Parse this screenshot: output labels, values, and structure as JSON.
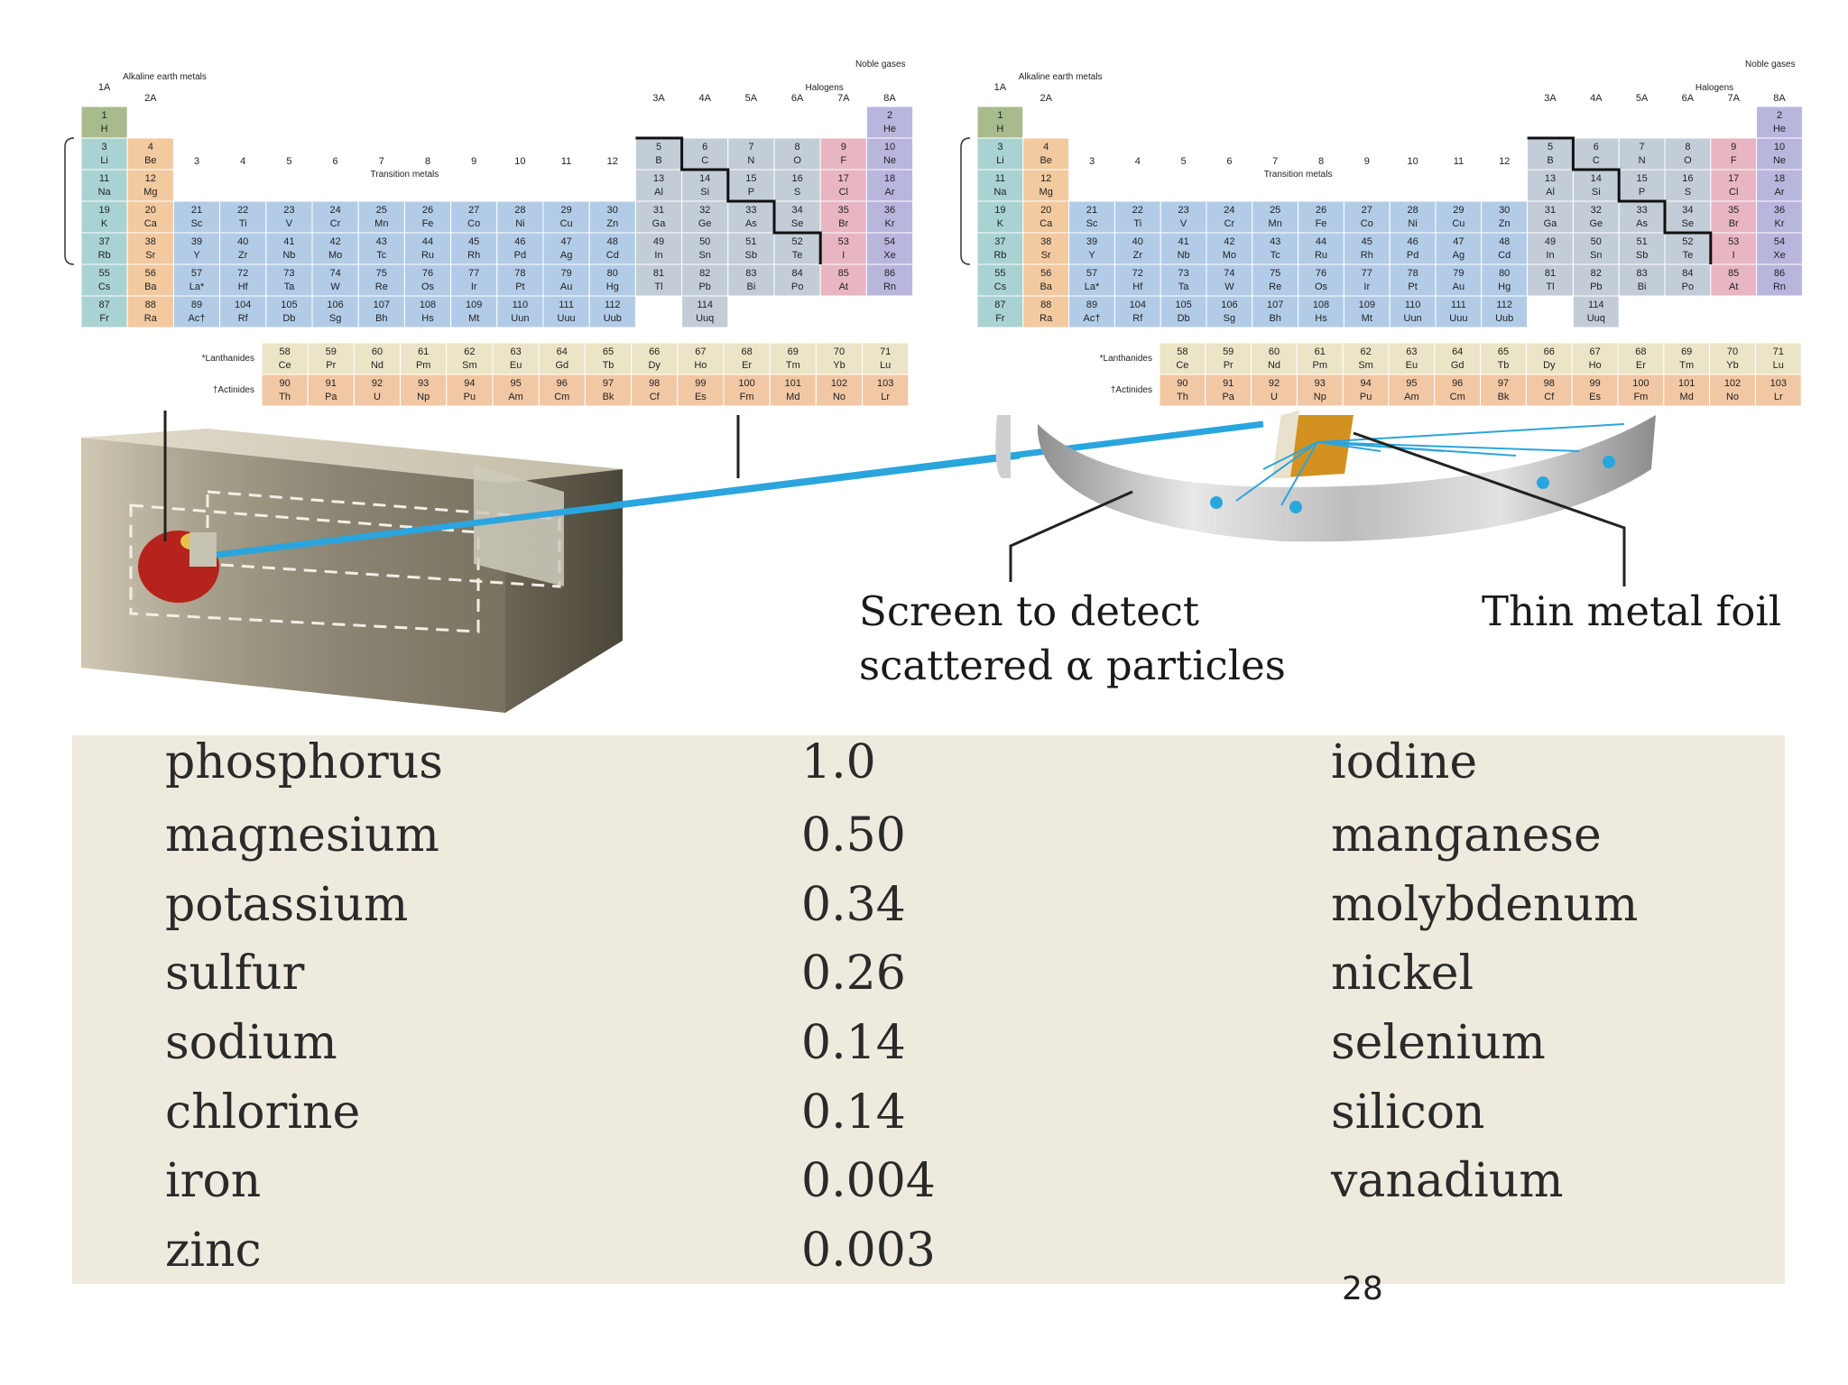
{
  "periodic_tables": [
    {
      "name": "left",
      "group_labels": [
        "1A",
        "2A",
        "3",
        "4",
        "5",
        "6",
        "7",
        "8",
        "9",
        "10",
        "11",
        "12",
        "3A",
        "4A",
        "5A",
        "6A",
        "7A",
        "8A"
      ],
      "category_labels": {
        "alkaline": "Alkaline earth metals",
        "noble": "Noble gases",
        "halogens": "Halogens",
        "transition": "Transition metals",
        "lanthanides": "*Lanthanides",
        "actinides": "†Actinides"
      },
      "rows": [
        [
          "H",
          "",
          "",
          "",
          "",
          "",
          "",
          "",
          "",
          "",
          "",
          "",
          "",
          "",
          "",
          "",
          "",
          "He"
        ],
        [
          "Li",
          "Be",
          "",
          "",
          "",
          "",
          "",
          "",
          "",
          "",
          "",
          "",
          "B",
          "C",
          "N",
          "O",
          "F",
          "Ne"
        ],
        [
          "Na",
          "Mg",
          "",
          "",
          "",
          "",
          "",
          "",
          "",
          "",
          "",
          "",
          "Al",
          "Si",
          "P",
          "S",
          "Cl",
          "Ar"
        ],
        [
          "K",
          "Ca",
          "Sc",
          "Ti",
          "V",
          "Cr",
          "Mn",
          "Fe",
          "Co",
          "Ni",
          "Cu",
          "Zn",
          "Ga",
          "Ge",
          "As",
          "Se",
          "Br",
          "Kr"
        ],
        [
          "Rb",
          "Sr",
          "Y",
          "Zr",
          "Nb",
          "Mo",
          "Tc",
          "Ru",
          "Rh",
          "Pd",
          "Ag",
          "Cd",
          "In",
          "Sn",
          "Sb",
          "Te",
          "I",
          "Xe"
        ],
        [
          "Cs",
          "Ba",
          "La*",
          "Hf",
          "Ta",
          "W",
          "Re",
          "Os",
          "Ir",
          "Pt",
          "Au",
          "Hg",
          "Tl",
          "Pb",
          "Bi",
          "Po",
          "At",
          "Rn"
        ],
        [
          "Fr",
          "Ra",
          "Ac†",
          "Rf",
          "Db",
          "Sg",
          "Bh",
          "Hs",
          "Mt",
          "Uun",
          "Uuu",
          "Uub",
          "",
          "Uuq",
          "",
          "",
          "",
          ""
        ]
      ],
      "numbers": [
        [
          "1",
          "",
          "",
          "",
          "",
          "",
          "",
          "",
          "",
          "",
          "",
          "",
          "",
          "",
          "",
          "",
          "",
          "2"
        ],
        [
          "3",
          "4",
          "",
          "",
          "",
          "",
          "",
          "",
          "",
          "",
          "",
          "",
          "5",
          "6",
          "7",
          "8",
          "9",
          "10"
        ],
        [
          "11",
          "12",
          "",
          "",
          "",
          "",
          "",
          "",
          "",
          "",
          "",
          "",
          "13",
          "14",
          "15",
          "16",
          "17",
          "18"
        ],
        [
          "19",
          "20",
          "21",
          "22",
          "23",
          "24",
          "25",
          "26",
          "27",
          "28",
          "29",
          "30",
          "31",
          "32",
          "33",
          "34",
          "35",
          "36"
        ],
        [
          "37",
          "38",
          "39",
          "40",
          "41",
          "42",
          "43",
          "44",
          "45",
          "46",
          "47",
          "48",
          "49",
          "50",
          "51",
          "52",
          "53",
          "54"
        ],
        [
          "55",
          "56",
          "57",
          "72",
          "73",
          "74",
          "75",
          "76",
          "77",
          "78",
          "79",
          "80",
          "81",
          "82",
          "83",
          "84",
          "85",
          "86"
        ],
        [
          "87",
          "88",
          "89",
          "104",
          "105",
          "106",
          "107",
          "108",
          "109",
          "110",
          "111",
          "112",
          "",
          "114",
          "",
          "",
          "",
          ""
        ]
      ],
      "lanthanides": {
        "numbers": [
          "58",
          "59",
          "60",
          "61",
          "62",
          "63",
          "64",
          "65",
          "66",
          "67",
          "68",
          "69",
          "70",
          "71"
        ],
        "symbols": [
          "Ce",
          "Pr",
          "Nd",
          "Pm",
          "Sm",
          "Eu",
          "Gd",
          "Tb",
          "Dy",
          "Ho",
          "Er",
          "Tm",
          "Yb",
          "Lu"
        ]
      },
      "actinides": {
        "numbers": [
          "90",
          "91",
          "92",
          "93",
          "94",
          "95",
          "96",
          "97",
          "98",
          "99",
          "100",
          "101",
          "102",
          "103"
        ],
        "symbols": [
          "Th",
          "Pa",
          "U",
          "Np",
          "Pu",
          "Am",
          "Cm",
          "Bk",
          "Cf",
          "Es",
          "Fm",
          "Md",
          "No",
          "Lr"
        ]
      }
    },
    {
      "name": "right",
      "group_labels": [
        "1A",
        "2A",
        "3",
        "4",
        "5",
        "6",
        "7",
        "8",
        "9",
        "10",
        "11",
        "12",
        "3A",
        "4A",
        "5A",
        "6A",
        "7A",
        "8A"
      ],
      "category_labels": {
        "alkaline": "Alkaline earth metals",
        "noble": "Noble gases",
        "halogens": "Halogens",
        "transition": "Transition metals",
        "lanthanides": "*Lanthanides",
        "actinides": "†Actinides"
      },
      "rows": [
        [
          "H",
          "",
          "",
          "",
          "",
          "",
          "",
          "",
          "",
          "",
          "",
          "",
          "",
          "",
          "",
          "",
          "",
          "He"
        ],
        [
          "Li",
          "Be",
          "",
          "",
          "",
          "",
          "",
          "",
          "",
          "",
          "",
          "",
          "B",
          "C",
          "N",
          "O",
          "F",
          "Ne"
        ],
        [
          "Na",
          "Mg",
          "",
          "",
          "",
          "",
          "",
          "",
          "",
          "",
          "",
          "",
          "Al",
          "Si",
          "P",
          "S",
          "Cl",
          "Ar"
        ],
        [
          "K",
          "Ca",
          "Sc",
          "Ti",
          "V",
          "Cr",
          "Mn",
          "Fe",
          "Co",
          "Ni",
          "Cu",
          "Zn",
          "Ga",
          "Ge",
          "As",
          "Se",
          "Br",
          "Kr"
        ],
        [
          "Rb",
          "Sr",
          "Y",
          "Zr",
          "Nb",
          "Mo",
          "Tc",
          "Ru",
          "Rh",
          "Pd",
          "Ag",
          "Cd",
          "In",
          "Sn",
          "Sb",
          "Te",
          "I",
          "Xe"
        ],
        [
          "Cs",
          "Ba",
          "La*",
          "Hf",
          "Ta",
          "W",
          "Re",
          "Os",
          "Ir",
          "Pt",
          "Au",
          "Hg",
          "Tl",
          "Pb",
          "Bi",
          "Po",
          "At",
          "Rn"
        ],
        [
          "Fr",
          "Ra",
          "Ac†",
          "Rf",
          "Db",
          "Sg",
          "Bh",
          "Hs",
          "Mt",
          "Uun",
          "Uuu",
          "Uub",
          "",
          "Uuq",
          "",
          "",
          "",
          ""
        ]
      ],
      "numbers": [
        [
          "1",
          "",
          "",
          "",
          "",
          "",
          "",
          "",
          "",
          "",
          "",
          "",
          "",
          "",
          "",
          "",
          "",
          "2"
        ],
        [
          "3",
          "4",
          "",
          "",
          "",
          "",
          "",
          "",
          "",
          "",
          "",
          "",
          "5",
          "6",
          "7",
          "8",
          "9",
          "10"
        ],
        [
          "11",
          "12",
          "",
          "",
          "",
          "",
          "",
          "",
          "",
          "",
          "",
          "",
          "13",
          "14",
          "15",
          "16",
          "17",
          "18"
        ],
        [
          "19",
          "20",
          "21",
          "22",
          "23",
          "24",
          "25",
          "26",
          "27",
          "28",
          "29",
          "30",
          "31",
          "32",
          "33",
          "34",
          "35",
          "36"
        ],
        [
          "37",
          "38",
          "39",
          "40",
          "41",
          "42",
          "43",
          "44",
          "45",
          "46",
          "47",
          "48",
          "49",
          "50",
          "51",
          "52",
          "53",
          "54"
        ],
        [
          "55",
          "56",
          "57",
          "72",
          "73",
          "74",
          "75",
          "76",
          "77",
          "78",
          "79",
          "80",
          "81",
          "82",
          "83",
          "84",
          "85",
          "86"
        ],
        [
          "87",
          "88",
          "89",
          "104",
          "105",
          "106",
          "107",
          "108",
          "109",
          "110",
          "111",
          "112",
          "",
          "114",
          "",
          "",
          "",
          ""
        ]
      ],
      "lanthanides": {
        "numbers": [
          "58",
          "59",
          "60",
          "61",
          "62",
          "63",
          "64",
          "65",
          "66",
          "67",
          "68",
          "69",
          "70",
          "71"
        ],
        "symbols": [
          "Ce",
          "Pr",
          "Nd",
          "Pm",
          "Sm",
          "Eu",
          "Gd",
          "Tb",
          "Dy",
          "Ho",
          "Er",
          "Tm",
          "Yb",
          "Lu"
        ]
      },
      "actinides": {
        "numbers": [
          "90",
          "91",
          "92",
          "93",
          "94",
          "95",
          "96",
          "97",
          "98",
          "99",
          "100",
          "101",
          "102",
          "103"
        ],
        "symbols": [
          "Th",
          "Pa",
          "U",
          "Np",
          "Pu",
          "Am",
          "Cm",
          "Bk",
          "Cf",
          "Es",
          "Fm",
          "Md",
          "No",
          "Lr"
        ]
      }
    }
  ],
  "colors": {
    "hydrogen": "#a8bb8c",
    "alkaline_earth": "#f3c9a0",
    "alkali": "#a9d2d3",
    "transition": "#b2cbe6",
    "p_block": "#c3cdd8",
    "halogen": "#e7b6c2",
    "noble": "#b9b6de",
    "f_block_lan": "#ece4c6",
    "f_block_act": "#f2c7a4",
    "beam": "#2aa5dd",
    "source_red": "#b5231c"
  },
  "captions": {
    "screen_line1": "Screen to detect",
    "screen_line2": "scattered α particles",
    "foil": "Thin metal foil"
  },
  "element_table": {
    "rows": [
      {
        "element": "phosphorus",
        "value": "1.0",
        "trace": "iodine"
      },
      {
        "element": "magnesium",
        "value": "0.50",
        "trace": "manganese"
      },
      {
        "element": "potassium",
        "value": "0.34",
        "trace": "molybdenum"
      },
      {
        "element": "sulfur",
        "value": "0.26",
        "trace": "nickel"
      },
      {
        "element": "sodium",
        "value": "0.14",
        "trace": "selenium"
      },
      {
        "element": "chlorine",
        "value": "0.14",
        "trace": "silicon"
      },
      {
        "element": "iron",
        "value": "0.004",
        "trace": "vanadium"
      },
      {
        "element": "zinc",
        "value": "0.003",
        "trace": ""
      }
    ]
  },
  "page_number": "28"
}
